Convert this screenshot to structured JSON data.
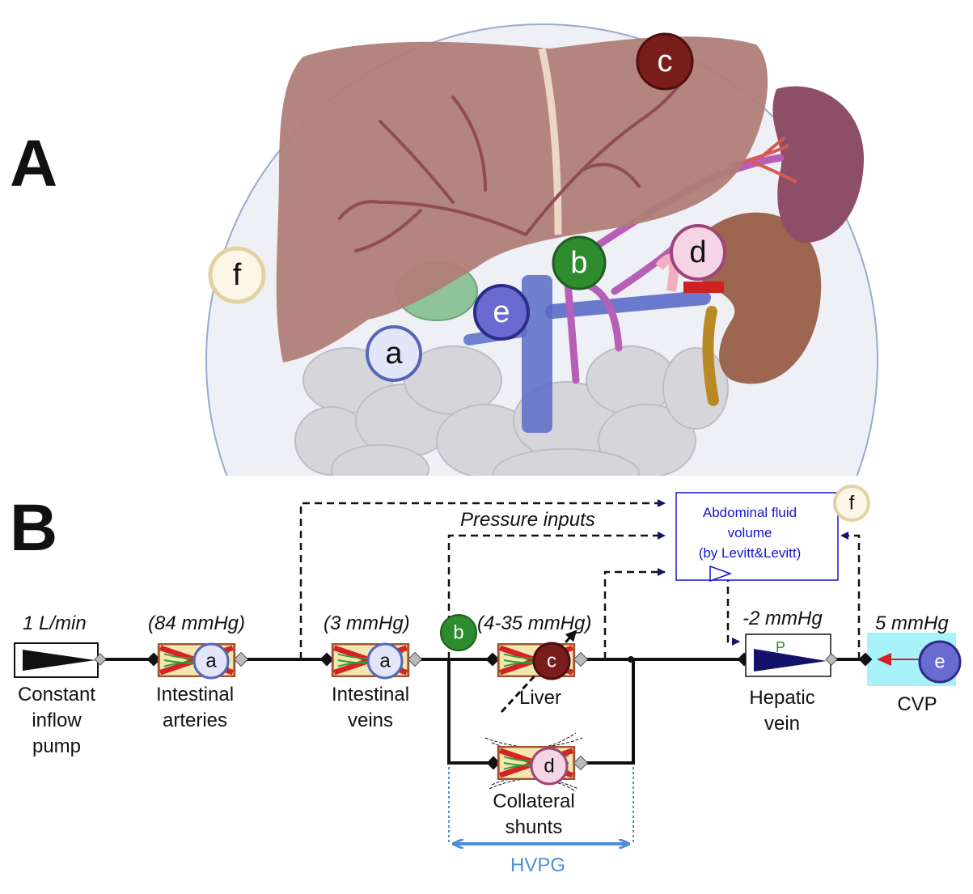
{
  "panels": {
    "a": "A",
    "b": "B"
  },
  "anatomy_badges": {
    "a": "a",
    "b": "b",
    "c": "c",
    "d": "d",
    "e": "e",
    "f": "f"
  },
  "circuit": {
    "pump": {
      "value": "1 L/min",
      "label_lines": [
        "Constant",
        "inflow",
        "pump"
      ]
    },
    "intestinal_arteries": {
      "value": "(84 mmHg)",
      "label_lines": [
        "Intestinal",
        "arteries"
      ],
      "badge": "a"
    },
    "intestinal_veins": {
      "value": "(3 mmHg)",
      "label_lines": [
        "Intestinal",
        "veins"
      ],
      "badge": "a"
    },
    "liver": {
      "value": "(4-35 mmHg)",
      "label_lines": [
        "Liver"
      ],
      "badge": "c",
      "node_badge": "b"
    },
    "collateral_shunts": {
      "label_lines": [
        "Collateral",
        "shunts"
      ],
      "badge": "d"
    },
    "hepatic_vein": {
      "value": "-2 mmHg",
      "label_lines": [
        "Hepatic",
        "vein"
      ],
      "symbol": "P"
    },
    "cvp": {
      "value": "5 mmHg",
      "label_lines": [
        "CVP"
      ],
      "badge": "e"
    },
    "abdominal_box": {
      "lines": [
        "Abdominal fluid",
        "volume",
        "(by Levitt&Levitt)"
      ],
      "badge": "f"
    },
    "pressure_inputs": "Pressure inputs",
    "hvpg": "HVPG"
  },
  "colors": {
    "liver": "#b07d77",
    "kidney": "#9c6650",
    "spleen": "#8d4f68",
    "intestine": "#d8d8db",
    "vessel_purple": "#b65fb6",
    "vein_blue": "#5a6bc8",
    "badge_a": "#e3e6f8",
    "badge_b": "#2e8b2e",
    "badge_c": "#7a1d1d",
    "badge_d": "#f5d5e5",
    "badge_e": "#6a6ad0",
    "badge_f": "#fbf6e8",
    "blue_box": "#1515d0",
    "arrow_navy": "#12126b",
    "hvpg": "#4d8fd6",
    "cvp_bg": "#a8f2fa"
  }
}
